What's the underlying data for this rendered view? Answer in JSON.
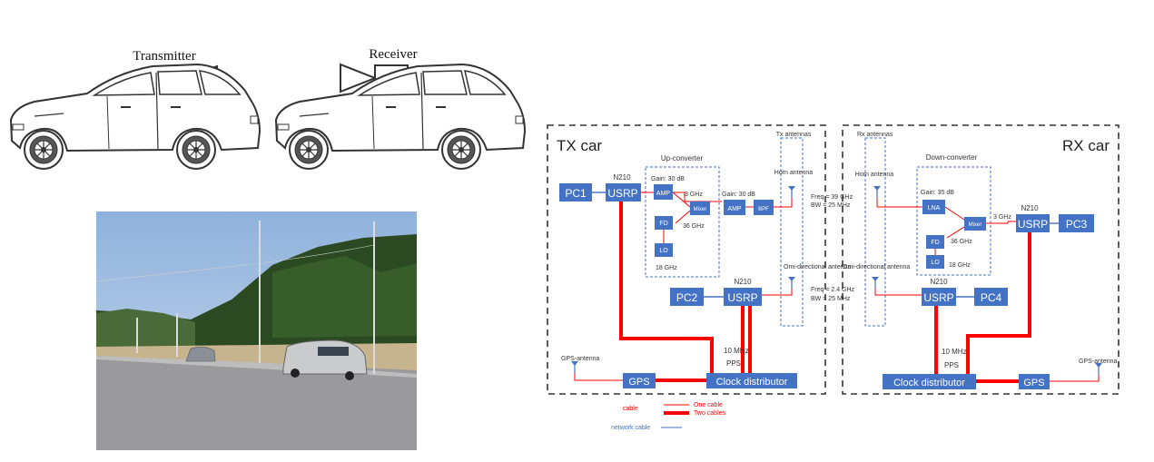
{
  "cars": {
    "transmitter_label": "Transmitter",
    "receiver_label": "Receiver"
  },
  "colors": {
    "block_fill": "#4472c4",
    "cable": "#ff0000",
    "network_cable": "#4472c4",
    "car_outline": "#333333"
  },
  "tx": {
    "title": "TX car",
    "pc1": "PC1",
    "usrp_model": "N210",
    "usrp": "USRP",
    "upconverter": {
      "title": "Up-converter",
      "gain_in": "Gain: 30 dB",
      "amp": "AMP",
      "mixer": "Mixer",
      "if_freq": "3 GHz",
      "fd": "FD",
      "lo": "LO",
      "lo_out": "36 GHz",
      "lo_in": "18 GHz"
    },
    "gain_out": "Gain: 30 dB",
    "amp2": "AMP",
    "bpf": "BPF",
    "antennas_title": "Tx antennas",
    "horn": "Horn antenna",
    "freq_mm": "Freq = 39 GHz",
    "bw_mm": "BW = 25 MHz",
    "omni": "Omi-directional antenna",
    "freq_low": "Freq = 2.4 GHz",
    "bw_low": "BW = 25 MHz",
    "usrp2_model": "N210",
    "pc2": "PC2",
    "usrp2": "USRP",
    "ref_10mhz": "10 MHz",
    "pps": "PPS",
    "gps_antenna": "GPS-antenna",
    "gps": "GPS",
    "clock": "Clock distributor"
  },
  "rx": {
    "title": "RX car",
    "antennas_title": "Rx antennas",
    "horn": "Horn antenna",
    "omni": "Omi-directional antenna",
    "downconverter": {
      "title": "Down-converter",
      "gain": "Gain: 35 dB",
      "lna": "LNA",
      "mixer": "Mixer",
      "if_freq": "3 GHz",
      "fd": "FD",
      "lo": "LO",
      "lo_out": "36 GHz",
      "lo_in": "18 GHz"
    },
    "usrp_model": "N210",
    "usrp": "USRP",
    "pc3": "PC3",
    "usrp2_model": "N210",
    "usrp2": "USRP",
    "pc4": "PC4",
    "ref_10mhz": "10 MHz",
    "pps": "PPS",
    "clock": "Clock distributor",
    "gps": "GPS",
    "gps_antenna": "GPS-antenna"
  },
  "legend": {
    "cable": "cable",
    "one_cable": "One cable",
    "two_cables": "Two cables",
    "network_cable": "network cable"
  }
}
